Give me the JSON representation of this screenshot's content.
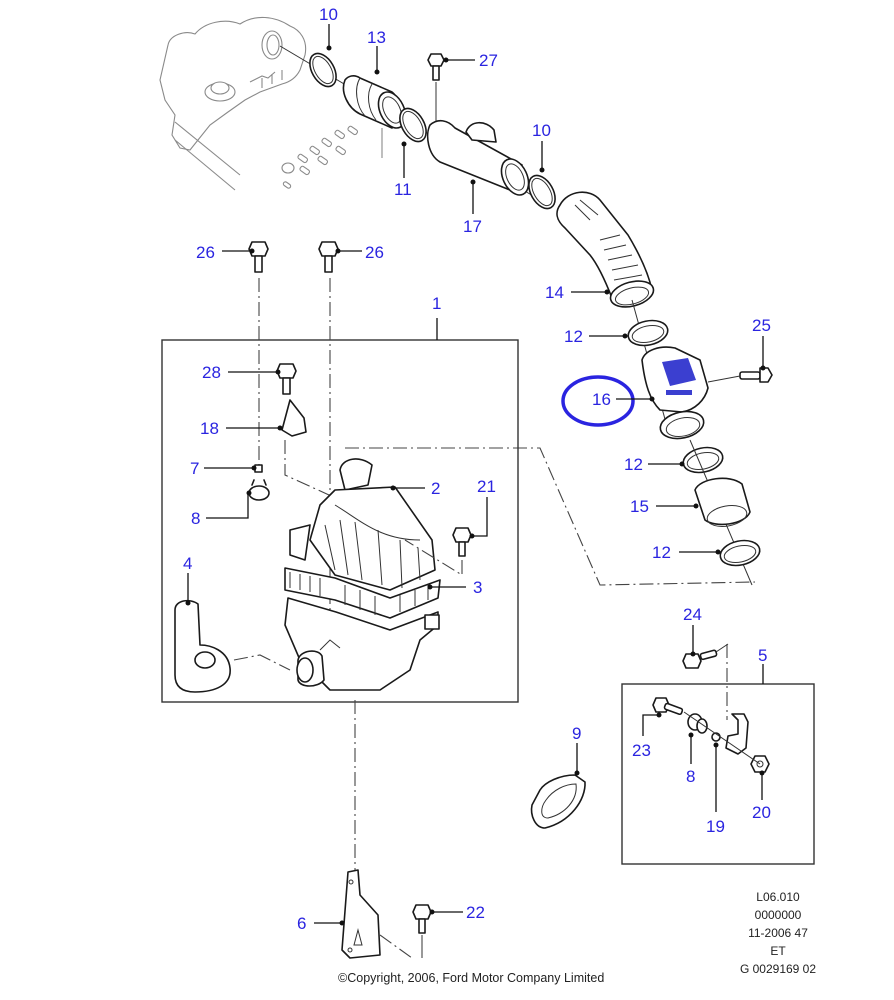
{
  "diagram": {
    "title": "Air cleaner and intake ducting - exploded view",
    "accent_color": "#2a24e0",
    "highlighted_callout": "16",
    "callouts": [
      {
        "id": "c10a",
        "label": "10"
      },
      {
        "id": "c13",
        "label": "13"
      },
      {
        "id": "c27",
        "label": "27"
      },
      {
        "id": "c11",
        "label": "11"
      },
      {
        "id": "c10b",
        "label": "10"
      },
      {
        "id": "c17",
        "label": "17"
      },
      {
        "id": "c26a",
        "label": "26"
      },
      {
        "id": "c26b",
        "label": "26"
      },
      {
        "id": "c14",
        "label": "14"
      },
      {
        "id": "c1",
        "label": "1"
      },
      {
        "id": "c12a",
        "label": "12"
      },
      {
        "id": "c25",
        "label": "25"
      },
      {
        "id": "c28",
        "label": "28"
      },
      {
        "id": "c16",
        "label": "16"
      },
      {
        "id": "c18",
        "label": "18"
      },
      {
        "id": "c7",
        "label": "7"
      },
      {
        "id": "c12b",
        "label": "12"
      },
      {
        "id": "c2",
        "label": "2"
      },
      {
        "id": "c21",
        "label": "21"
      },
      {
        "id": "c8a",
        "label": "8"
      },
      {
        "id": "c15",
        "label": "15"
      },
      {
        "id": "c3",
        "label": "3"
      },
      {
        "id": "c12c",
        "label": "12"
      },
      {
        "id": "c4",
        "label": "4"
      },
      {
        "id": "c24",
        "label": "24"
      },
      {
        "id": "c5",
        "label": "5"
      },
      {
        "id": "c9",
        "label": "9"
      },
      {
        "id": "c23",
        "label": "23"
      },
      {
        "id": "c8b",
        "label": "8"
      },
      {
        "id": "c19",
        "label": "19"
      },
      {
        "id": "c20",
        "label": "20"
      },
      {
        "id": "c6",
        "label": "6"
      },
      {
        "id": "c22",
        "label": "22"
      }
    ]
  },
  "metadata": {
    "lines": [
      "L06.010",
      "0000000",
      "11-2006 47",
      "ET",
      "G 0029169 02"
    ]
  },
  "copyright": "©Copyright, 2006, Ford Motor Company Limited"
}
